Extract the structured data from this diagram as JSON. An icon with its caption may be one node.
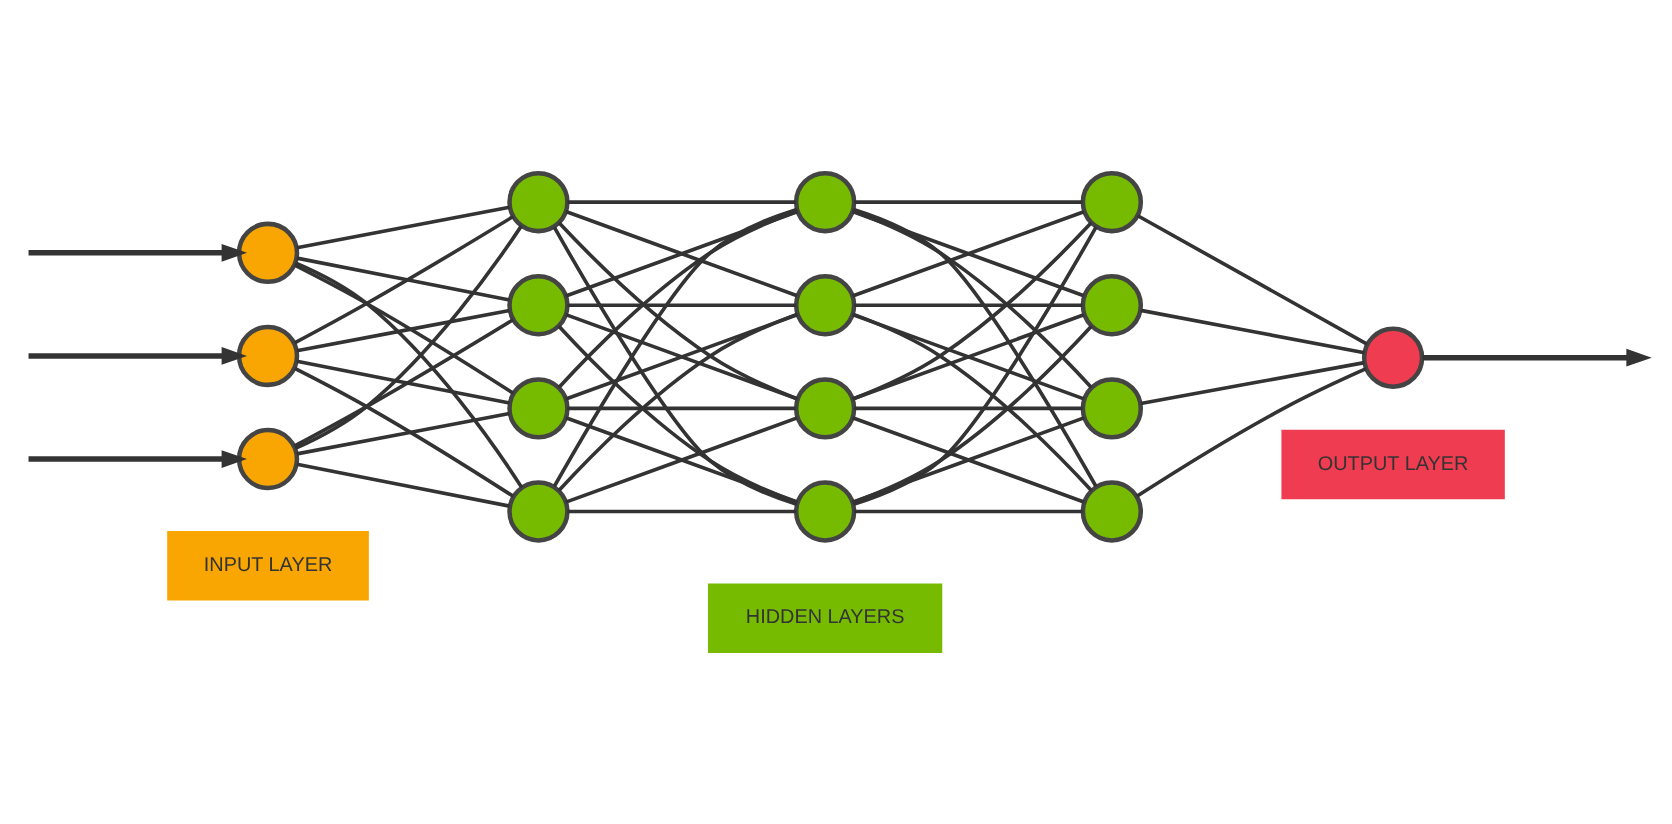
{
  "diagram": {
    "nodes": [
      {
        "text": [],
        "shape": "circle"
      },
      {
        "text": [],
        "shape": "circle"
      },
      {
        "text": [],
        "shape": "circle"
      },
      {
        "text": [],
        "shape": "circle"
      },
      {
        "text": [],
        "shape": "circle"
      },
      {
        "text": [],
        "shape": "circle"
      },
      {
        "text": [],
        "shape": "circle"
      },
      {
        "text": [],
        "shape": "circle"
      },
      {
        "text": [],
        "shape": "circle"
      },
      {
        "text": [],
        "shape": "circle"
      },
      {
        "text": [],
        "shape": "circle"
      },
      {
        "text": [],
        "shape": "circle"
      },
      {
        "text": [],
        "shape": "circle"
      },
      {
        "text": [],
        "shape": "circle"
      },
      {
        "text": [],
        "shape": "circle"
      },
      {
        "text": [],
        "shape": "circle"
      },
      {
        "text": [
          "INPUT LAYER"
        ]
      },
      {
        "text": [
          "HIDDEN LAYERS"
        ]
      },
      {
        "text": [
          "OUTPUT LAYER"
        ]
      }
    ],
    "edges": [
      {
        "from": null,
        "to": 0,
        "arrow": "to"
      },
      {
        "from": null,
        "to": 1,
        "arrow": "to"
      },
      {
        "from": null,
        "to": 2,
        "arrow": "to"
      },
      {
        "from": 0,
        "to": 3,
        "arrow": "none"
      },
      {
        "from": 0,
        "to": 4,
        "arrow": "none"
      },
      {
        "from": 0,
        "to": 5,
        "arrow": "none"
      },
      {
        "from": 0,
        "to": 6,
        "arrow": "none"
      },
      {
        "from": 1,
        "to": 3,
        "arrow": "none"
      },
      {
        "from": 1,
        "to": 4,
        "arrow": "none"
      },
      {
        "from": 1,
        "to": 5,
        "arrow": "none"
      },
      {
        "from": 1,
        "to": 6,
        "arrow": "none"
      },
      {
        "from": 2,
        "to": 3,
        "arrow": "none"
      },
      {
        "from": 2,
        "to": 4,
        "arrow": "none"
      },
      {
        "from": 2,
        "to": 5,
        "arrow": "none"
      },
      {
        "from": 2,
        "to": 6,
        "arrow": "none"
      },
      {
        "from": 3,
        "to": 7,
        "arrow": "none"
      },
      {
        "from": 3,
        "to": 8,
        "arrow": "none"
      },
      {
        "from": 3,
        "to": 9,
        "arrow": "none"
      },
      {
        "from": 3,
        "to": 10,
        "arrow": "none"
      },
      {
        "from": 4,
        "to": 7,
        "arrow": "none"
      },
      {
        "from": 4,
        "to": 8,
        "arrow": "none"
      },
      {
        "from": 4,
        "to": 9,
        "arrow": "none"
      },
      {
        "from": 4,
        "to": 10,
        "arrow": "none"
      },
      {
        "from": 5,
        "to": 7,
        "arrow": "none"
      },
      {
        "from": 5,
        "to": 8,
        "arrow": "none"
      },
      {
        "from": 5,
        "to": 9,
        "arrow": "none"
      },
      {
        "from": 5,
        "to": 10,
        "arrow": "none"
      },
      {
        "from": 6,
        "to": 7,
        "arrow": "none"
      },
      {
        "from": 6,
        "to": 8,
        "arrow": "none"
      },
      {
        "from": 6,
        "to": 9,
        "arrow": "none"
      },
      {
        "from": 6,
        "to": 10,
        "arrow": "none"
      },
      {
        "from": 7,
        "to": 11,
        "arrow": "none"
      },
      {
        "from": 7,
        "to": 12,
        "arrow": "none"
      },
      {
        "from": 7,
        "to": 13,
        "arrow": "none"
      },
      {
        "from": 7,
        "to": 14,
        "arrow": "none"
      },
      {
        "from": 8,
        "to": 11,
        "arrow": "none"
      },
      {
        "from": 8,
        "to": 12,
        "arrow": "none"
      },
      {
        "from": 8,
        "to": 13,
        "arrow": "none"
      },
      {
        "from": 8,
        "to": 14,
        "arrow": "none"
      },
      {
        "from": 9,
        "to": 11,
        "arrow": "none"
      },
      {
        "from": 9,
        "to": 12,
        "arrow": "none"
      },
      {
        "from": 9,
        "to": 13,
        "arrow": "none"
      },
      {
        "from": 9,
        "to": 14,
        "arrow": "none"
      },
      {
        "from": 10,
        "to": 11,
        "arrow": "none"
      },
      {
        "from": 10,
        "to": 12,
        "arrow": "none"
      },
      {
        "from": 10,
        "to": 13,
        "arrow": "none"
      },
      {
        "from": 10,
        "to": 14,
        "arrow": "none"
      },
      {
        "from": 11,
        "to": 15,
        "arrow": "none"
      },
      {
        "from": 12,
        "to": 15,
        "arrow": "none"
      },
      {
        "from": 13,
        "to": 15,
        "arrow": "none"
      },
      {
        "from": 14,
        "to": 15,
        "arrow": "none"
      },
      {
        "from": 15,
        "to": null,
        "arrow": "to"
      }
    ]
  }
}
